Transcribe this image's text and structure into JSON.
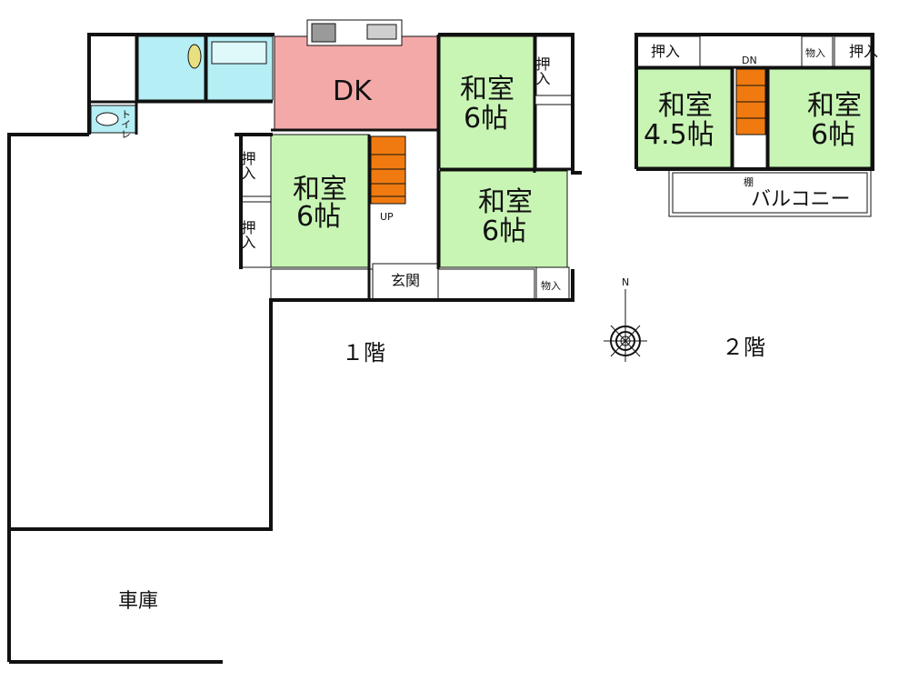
{
  "colors": {
    "tatami": "#c8f5b4",
    "kitchen": "#f4a9a9",
    "bath": "#b5eef5",
    "stairs": "#f07a10",
    "wall": "#111111"
  },
  "floor1": {
    "label": "１階",
    "dk": "DK",
    "room_a_name": "和室",
    "room_a_size": "6帖",
    "room_b_name": "和室",
    "room_b_size": "6帖",
    "room_c_name": "和室",
    "room_c_size": "6帖",
    "closet_1": "押入",
    "closet_2": "押入",
    "closet_3": "押入",
    "storage": "物入",
    "toilet": "トイレ",
    "entrance": "玄関",
    "up": "UP",
    "garage": "車庫"
  },
  "floor2": {
    "label": "２階",
    "room_a_name": "和室",
    "room_a_size": "4.5帖",
    "room_b_name": "和室",
    "room_b_size": "6帖",
    "closet_1": "押入",
    "closet_2": "押入",
    "storage": "物入",
    "dn": "DN",
    "shelf": "棚",
    "balcony": "バルコニー"
  },
  "compass": {
    "north": "N"
  }
}
